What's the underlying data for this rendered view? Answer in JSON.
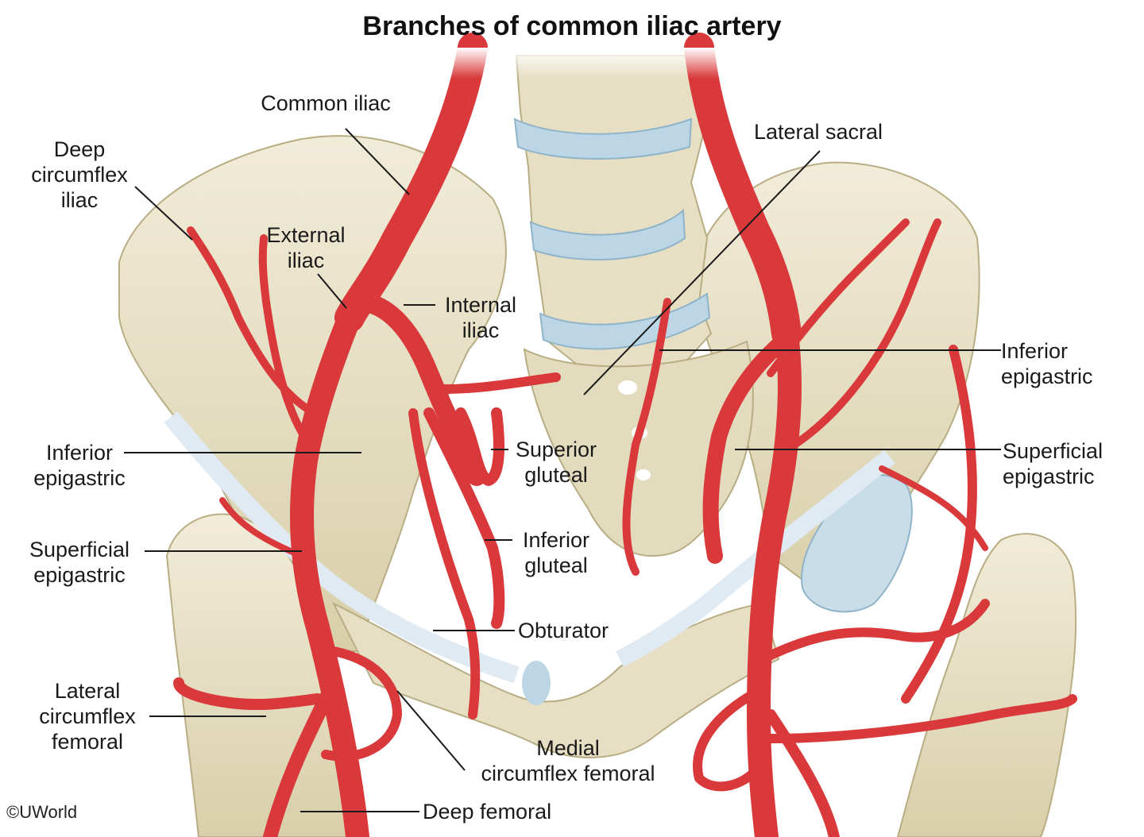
{
  "title": "Branches of common iliac artery",
  "labels": {
    "common_iliac": "Common iliac",
    "deep_circumflex_iliac": "Deep\ncircumflex\niliac",
    "external_iliac": "External\niliac",
    "internal_iliac": "Internal\niliac",
    "lateral_sacral": "Lateral sacral",
    "inferior_epigastric_left": "Inferior\nepigastric",
    "inferior_epigastric_right": "Inferior\nepigastric",
    "superior_gluteal": "Superior\ngluteal",
    "superficial_epigastric_left": "Superficial\nepigastric",
    "superficial_epigastric_right": "Superficial\nepigastric",
    "inferior_gluteal": "Inferior\ngluteal",
    "obturator": "Obturator",
    "lateral_circumflex_femoral": "Lateral\ncircumflex\nfemoral",
    "medial_circumflex_femoral": "Medial\ncircumflex femoral",
    "deep_femoral": "Deep femoral"
  },
  "copyright": "©UWorld",
  "colors": {
    "artery": "#d9393a",
    "artery_highlight": "#f07a70",
    "bone": "#e9e2c8",
    "bone_shadow": "#c9bf98",
    "disc": "#bcd6e6",
    "ligament": "#dfeaf2",
    "leader_line": "#1a1a1a"
  }
}
